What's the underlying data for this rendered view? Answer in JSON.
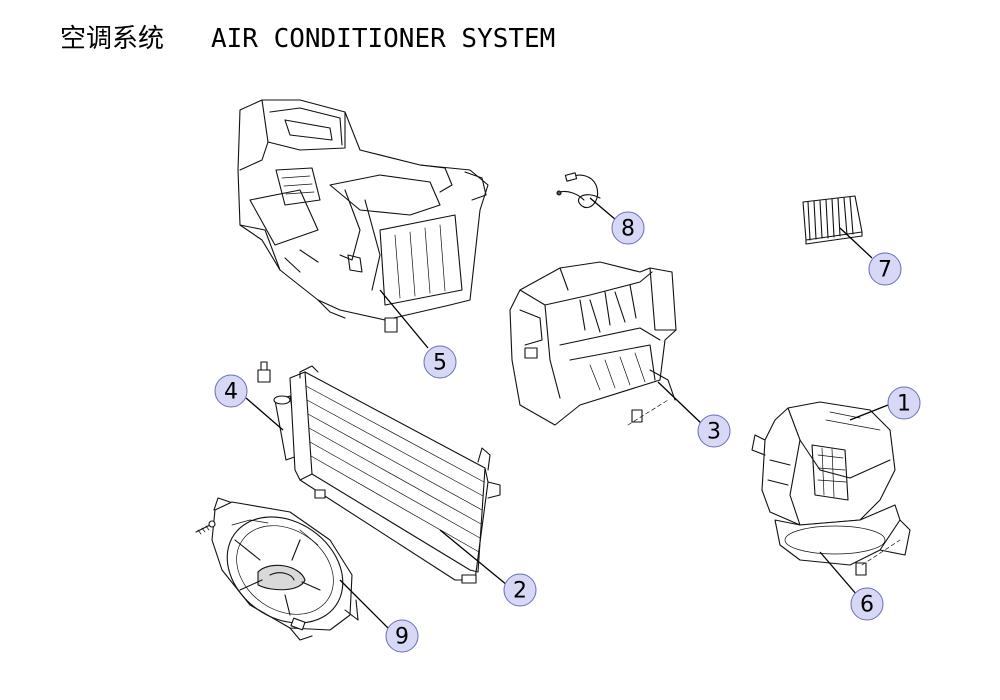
{
  "header": {
    "title": "空调系统   AIR CONDITIONER SYSTEM"
  },
  "colors": {
    "callout_fill": "#d6d8f5",
    "callout_stroke": "#6a6fb8",
    "line": "#111111"
  },
  "callouts": [
    {
      "id": "1",
      "label": "1"
    },
    {
      "id": "2",
      "label": "2"
    },
    {
      "id": "3",
      "label": "3"
    },
    {
      "id": "4",
      "label": "4"
    },
    {
      "id": "5",
      "label": "5"
    },
    {
      "id": "6",
      "label": "6"
    },
    {
      "id": "7",
      "label": "7"
    },
    {
      "id": "8",
      "label": "8"
    },
    {
      "id": "9",
      "label": "9"
    }
  ]
}
